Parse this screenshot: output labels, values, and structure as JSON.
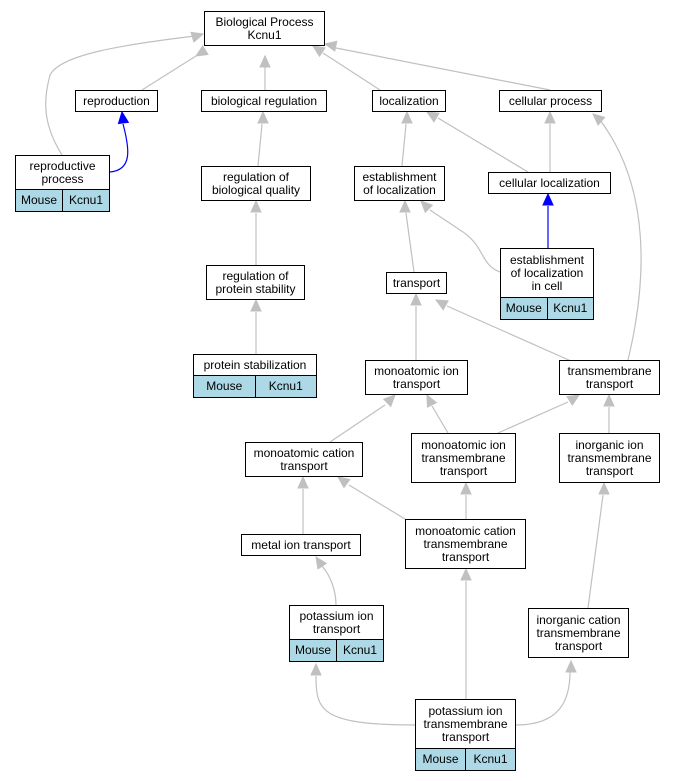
{
  "nodes": [
    {
      "id": "bp",
      "label": "Biological Process\nKcnu1"
    },
    {
      "id": "repro",
      "label": "reproduction"
    },
    {
      "id": "bioreg",
      "label": "biological regulation"
    },
    {
      "id": "loc",
      "label": "localization"
    },
    {
      "id": "cellproc",
      "label": "cellular process"
    },
    {
      "id": "reproproc",
      "label": "reproductive\nprocess",
      "tags": [
        "Mouse",
        "Kcnu1"
      ]
    },
    {
      "id": "regbq",
      "label": "regulation of\nbiological quality"
    },
    {
      "id": "estloc",
      "label": "establishment\nof localization"
    },
    {
      "id": "cellloc",
      "label": "cellular localization"
    },
    {
      "id": "estloccell",
      "label": "establishment\nof localization\nin cell",
      "tags": [
        "Mouse",
        "Kcnu1"
      ]
    },
    {
      "id": "regps",
      "label": "regulation of\nprotein stability"
    },
    {
      "id": "transport",
      "label": "transport"
    },
    {
      "id": "protstab",
      "label": "protein stabilization",
      "tags": [
        "Mouse",
        "Kcnu1"
      ]
    },
    {
      "id": "monoion",
      "label": "monoatomic ion\ntransport"
    },
    {
      "id": "tmtrans",
      "label": "transmembrane\ntransport"
    },
    {
      "id": "monocat",
      "label": "monoatomic cation\ntransport"
    },
    {
      "id": "monoiontm",
      "label": "monoatomic ion\ntransmembrane\ntransport"
    },
    {
      "id": "inorgion",
      "label": "inorganic ion\ntransmembrane\ntransport"
    },
    {
      "id": "metalion",
      "label": "metal ion transport"
    },
    {
      "id": "monocattm",
      "label": "monoatomic cation\ntransmembrane\ntransport"
    },
    {
      "id": "kion",
      "label": "potassium ion\ntransport",
      "tags": [
        "Mouse",
        "Kcnu1"
      ]
    },
    {
      "id": "inorgcat",
      "label": "inorganic cation\ntransmembrane\ntransport"
    },
    {
      "id": "kiontm",
      "label": "potassium ion\ntransmembrane\ntransport",
      "tags": [
        "Mouse",
        "Kcnu1"
      ]
    }
  ],
  "edges": [
    {
      "from": "repro",
      "to": "bp"
    },
    {
      "from": "bioreg",
      "to": "bp"
    },
    {
      "from": "loc",
      "to": "bp"
    },
    {
      "from": "cellproc",
      "to": "bp"
    },
    {
      "from": "reproproc",
      "to": "bp"
    },
    {
      "from": "reproproc",
      "to": "repro",
      "kind": "blue"
    },
    {
      "from": "regbq",
      "to": "bioreg"
    },
    {
      "from": "estloc",
      "to": "loc"
    },
    {
      "from": "cellloc",
      "to": "loc"
    },
    {
      "from": "cellloc",
      "to": "cellproc"
    },
    {
      "from": "estloccell",
      "to": "cellloc",
      "kind": "blue"
    },
    {
      "from": "estloccell",
      "to": "estloc"
    },
    {
      "from": "regps",
      "to": "regbq"
    },
    {
      "from": "transport",
      "to": "estloc"
    },
    {
      "from": "protstab",
      "to": "regps"
    },
    {
      "from": "monoion",
      "to": "transport"
    },
    {
      "from": "tmtrans",
      "to": "transport"
    },
    {
      "from": "tmtrans",
      "to": "cellproc"
    },
    {
      "from": "monocat",
      "to": "monoion"
    },
    {
      "from": "monoiontm",
      "to": "monoion"
    },
    {
      "from": "monoiontm",
      "to": "tmtrans"
    },
    {
      "from": "inorgion",
      "to": "tmtrans"
    },
    {
      "from": "metalion",
      "to": "monocat"
    },
    {
      "from": "monocattm",
      "to": "monocat"
    },
    {
      "from": "monocattm",
      "to": "monoiontm"
    },
    {
      "from": "kion",
      "to": "metalion"
    },
    {
      "from": "inorgcat",
      "to": "inorgion"
    },
    {
      "from": "kiontm",
      "to": "monocattm"
    },
    {
      "from": "kiontm",
      "to": "kion"
    },
    {
      "from": "kiontm",
      "to": "inorgcat"
    }
  ],
  "colors": {
    "edge": "#c0c0c0",
    "edge_blue": "#0000ff",
    "tag_fill": "#add8e6",
    "border": "#000000"
  }
}
